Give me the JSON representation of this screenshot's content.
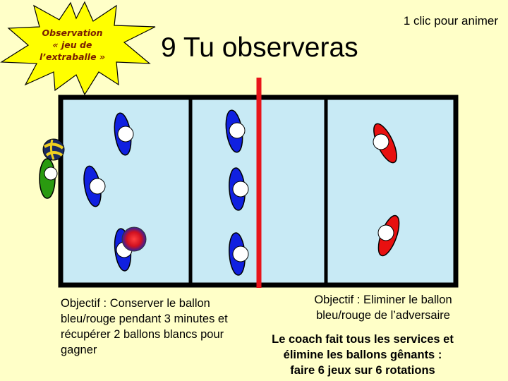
{
  "burst": {
    "lines": [
      "Observation",
      "« jeu de",
      "l’extraballe »"
    ],
    "color": "#ffff00"
  },
  "hint": "1 clic pour animer",
  "title": "9 Tu observeras",
  "objective_left": {
    "lines": [
      "Objectif : Conserver le ballon",
      "bleu/rouge pendant 3 minutes et",
      "récupérer 2 ballons blancs pour",
      "gagner"
    ]
  },
  "objective_right": {
    "lines": [
      "Objectif : Eliminer le ballon",
      "bleu/rouge de l’adversaire"
    ]
  },
  "coach_note": {
    "lines": [
      "Le coach fait tous les services et",
      "élimine les ballons gênants :",
      "faire 6 jeux sur 6 rotations"
    ]
  },
  "colors": {
    "background": "#ffffc8",
    "court": "#c8eaf5",
    "net": "#e8141a",
    "blue_player": "#1020e0",
    "red_player": "#e81010",
    "green_player": "#2a9a10"
  }
}
